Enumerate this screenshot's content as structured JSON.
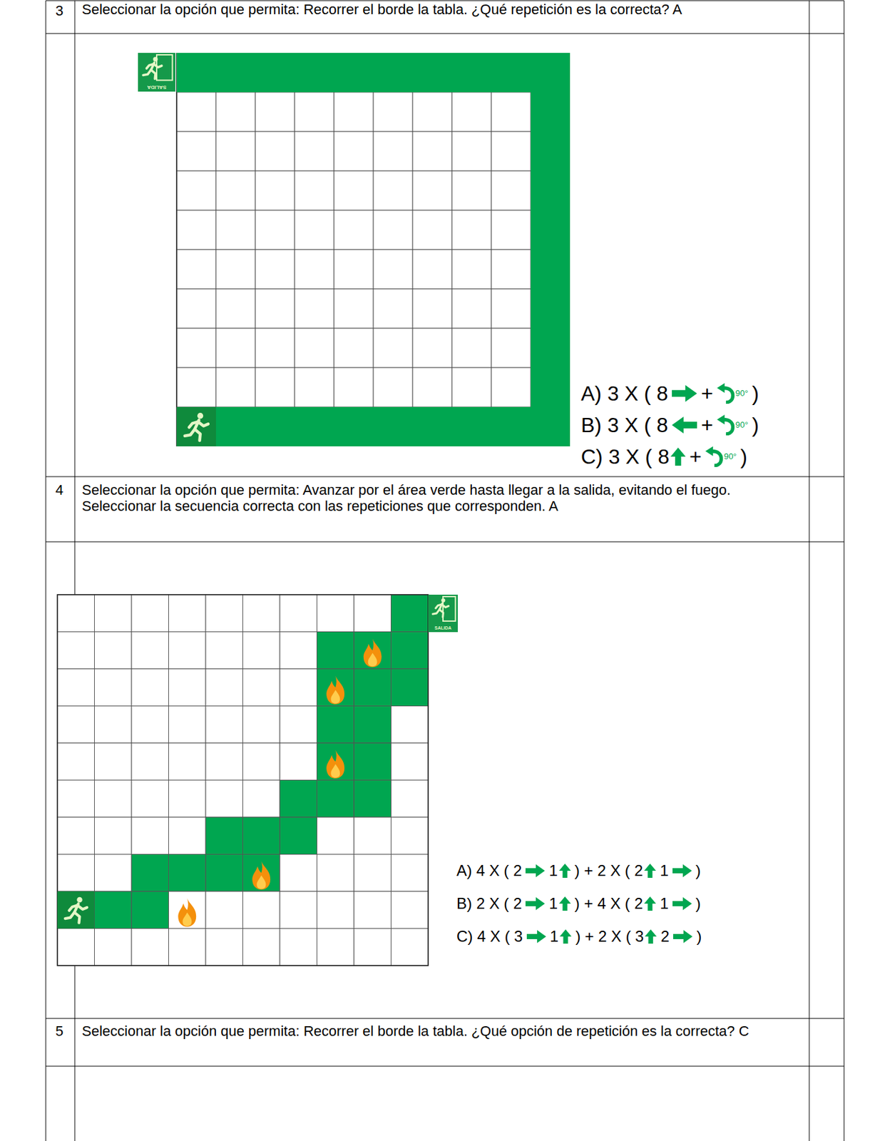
{
  "diagram": {
    "labels": [
      "3",
      "Seleccionar la opción que permita: Recorrer el borde la tabla. ¿Qué repetición es la correcta? A",
      "SALIDA",
      "A) 3 X ( 8",
      "+",
      "90°",
      ")",
      "B) 3 X ( 8",
      "+",
      "90°",
      ")",
      "C) 3 X ( 8",
      "+",
      "90°",
      ")",
      "4",
      "Seleccionar la opción que permita: Avanzar por el área verde hasta llegar a la salida, evitando el fuego. Seleccionar la secuencia correcta con las repeticiones que corresponden. A",
      "SALIDA",
      "A) 4 X ( 2",
      "1",
      ") + 2 X ( 2",
      "1",
      ")",
      "B) 2 X ( 2",
      "1",
      ") + 4 X ( 2",
      "1",
      ")",
      "C) 4 X ( 3",
      "1",
      ") + 2 X ( 3",
      "2",
      ")",
      "5",
      "Seleccionar la opción que permita: Recorrer el borde la tabla. ¿Qué opción de repetición es la correcta? C"
    ]
  }
}
